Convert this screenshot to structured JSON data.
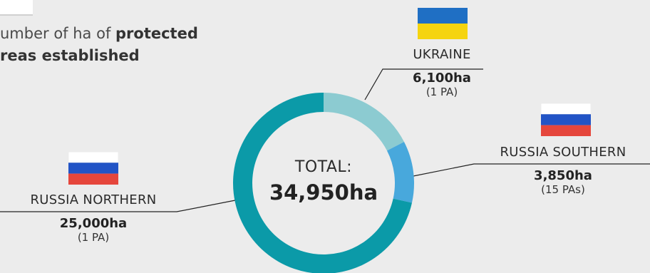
{
  "headline": {
    "part1": "umber of ha of ",
    "bold1": "protected",
    "bold2": "reas established"
  },
  "chart_data": {
    "type": "pie",
    "center_label": "TOTAL:",
    "center_value": "34,950ha",
    "slices": [
      {
        "name": "UKRAINE",
        "value": 6100,
        "value_label": "6,100ha",
        "pa_label": "(1 PA)",
        "color": "#8ccbd1"
      },
      {
        "name": "RUSSIA SOUTHERN",
        "value": 3850,
        "value_label": "3,850ha",
        "pa_label": "(15 PAs)",
        "color": "#48a8dc"
      },
      {
        "name": "RUSSIA NORTHERN",
        "value": 25000,
        "value_label": "25,000ha",
        "pa_label": "(1 PA)",
        "color": "#0b9aa8"
      }
    ]
  },
  "flags": {
    "ukraine": [
      "#1f6fc4",
      "#f5d40f"
    ],
    "russia": [
      "#ffffff",
      "#2254c6",
      "#e5463c"
    ]
  }
}
